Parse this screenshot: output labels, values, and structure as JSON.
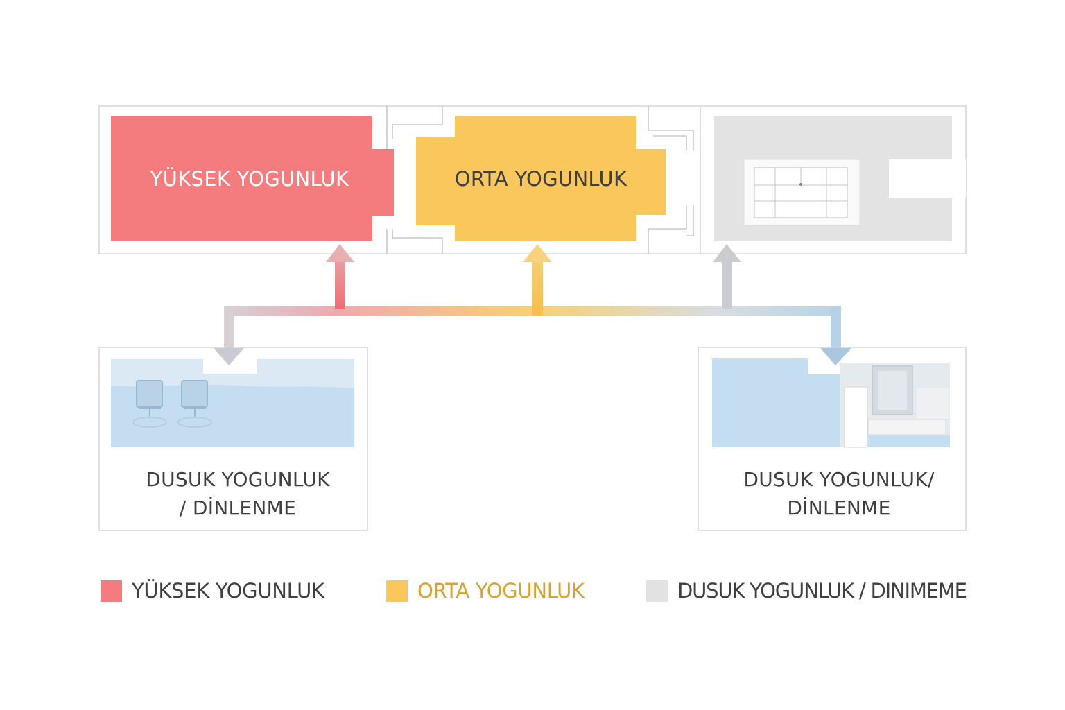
{
  "diagram": {
    "colors": {
      "high": "#f47b7e",
      "medium": "#f9c75c",
      "low_gray": "#e2e2e2",
      "low_blue": "#c6def0",
      "frame": "#c8c8c8",
      "text_dark": "#3f3f3f",
      "text_white": "#ffffff",
      "legend_medium_text": "#d9a22f"
    },
    "top_row": {
      "high_zone_label": "YÜKSEK YOGUNLUK",
      "medium_zone_label": "ORTA YOGUNLUK"
    },
    "bottom_row": {
      "left_label_line1": "DUSUK YOGUNLUK",
      "left_label_line2": "/ DİNLENME",
      "right_label_line1": "DUSUK YOGUNLUK/",
      "right_label_line2": "DİNLENME"
    },
    "legend": [
      {
        "label": "YÜKSEK YOGUNLUK",
        "color": "#f47b7e"
      },
      {
        "label": "ORTA YOGUNLUK",
        "color": "#f9c75c"
      },
      {
        "label": "DUSUK YOGUNLUK / DINIMEME",
        "color": "#e2e2e2"
      }
    ]
  }
}
